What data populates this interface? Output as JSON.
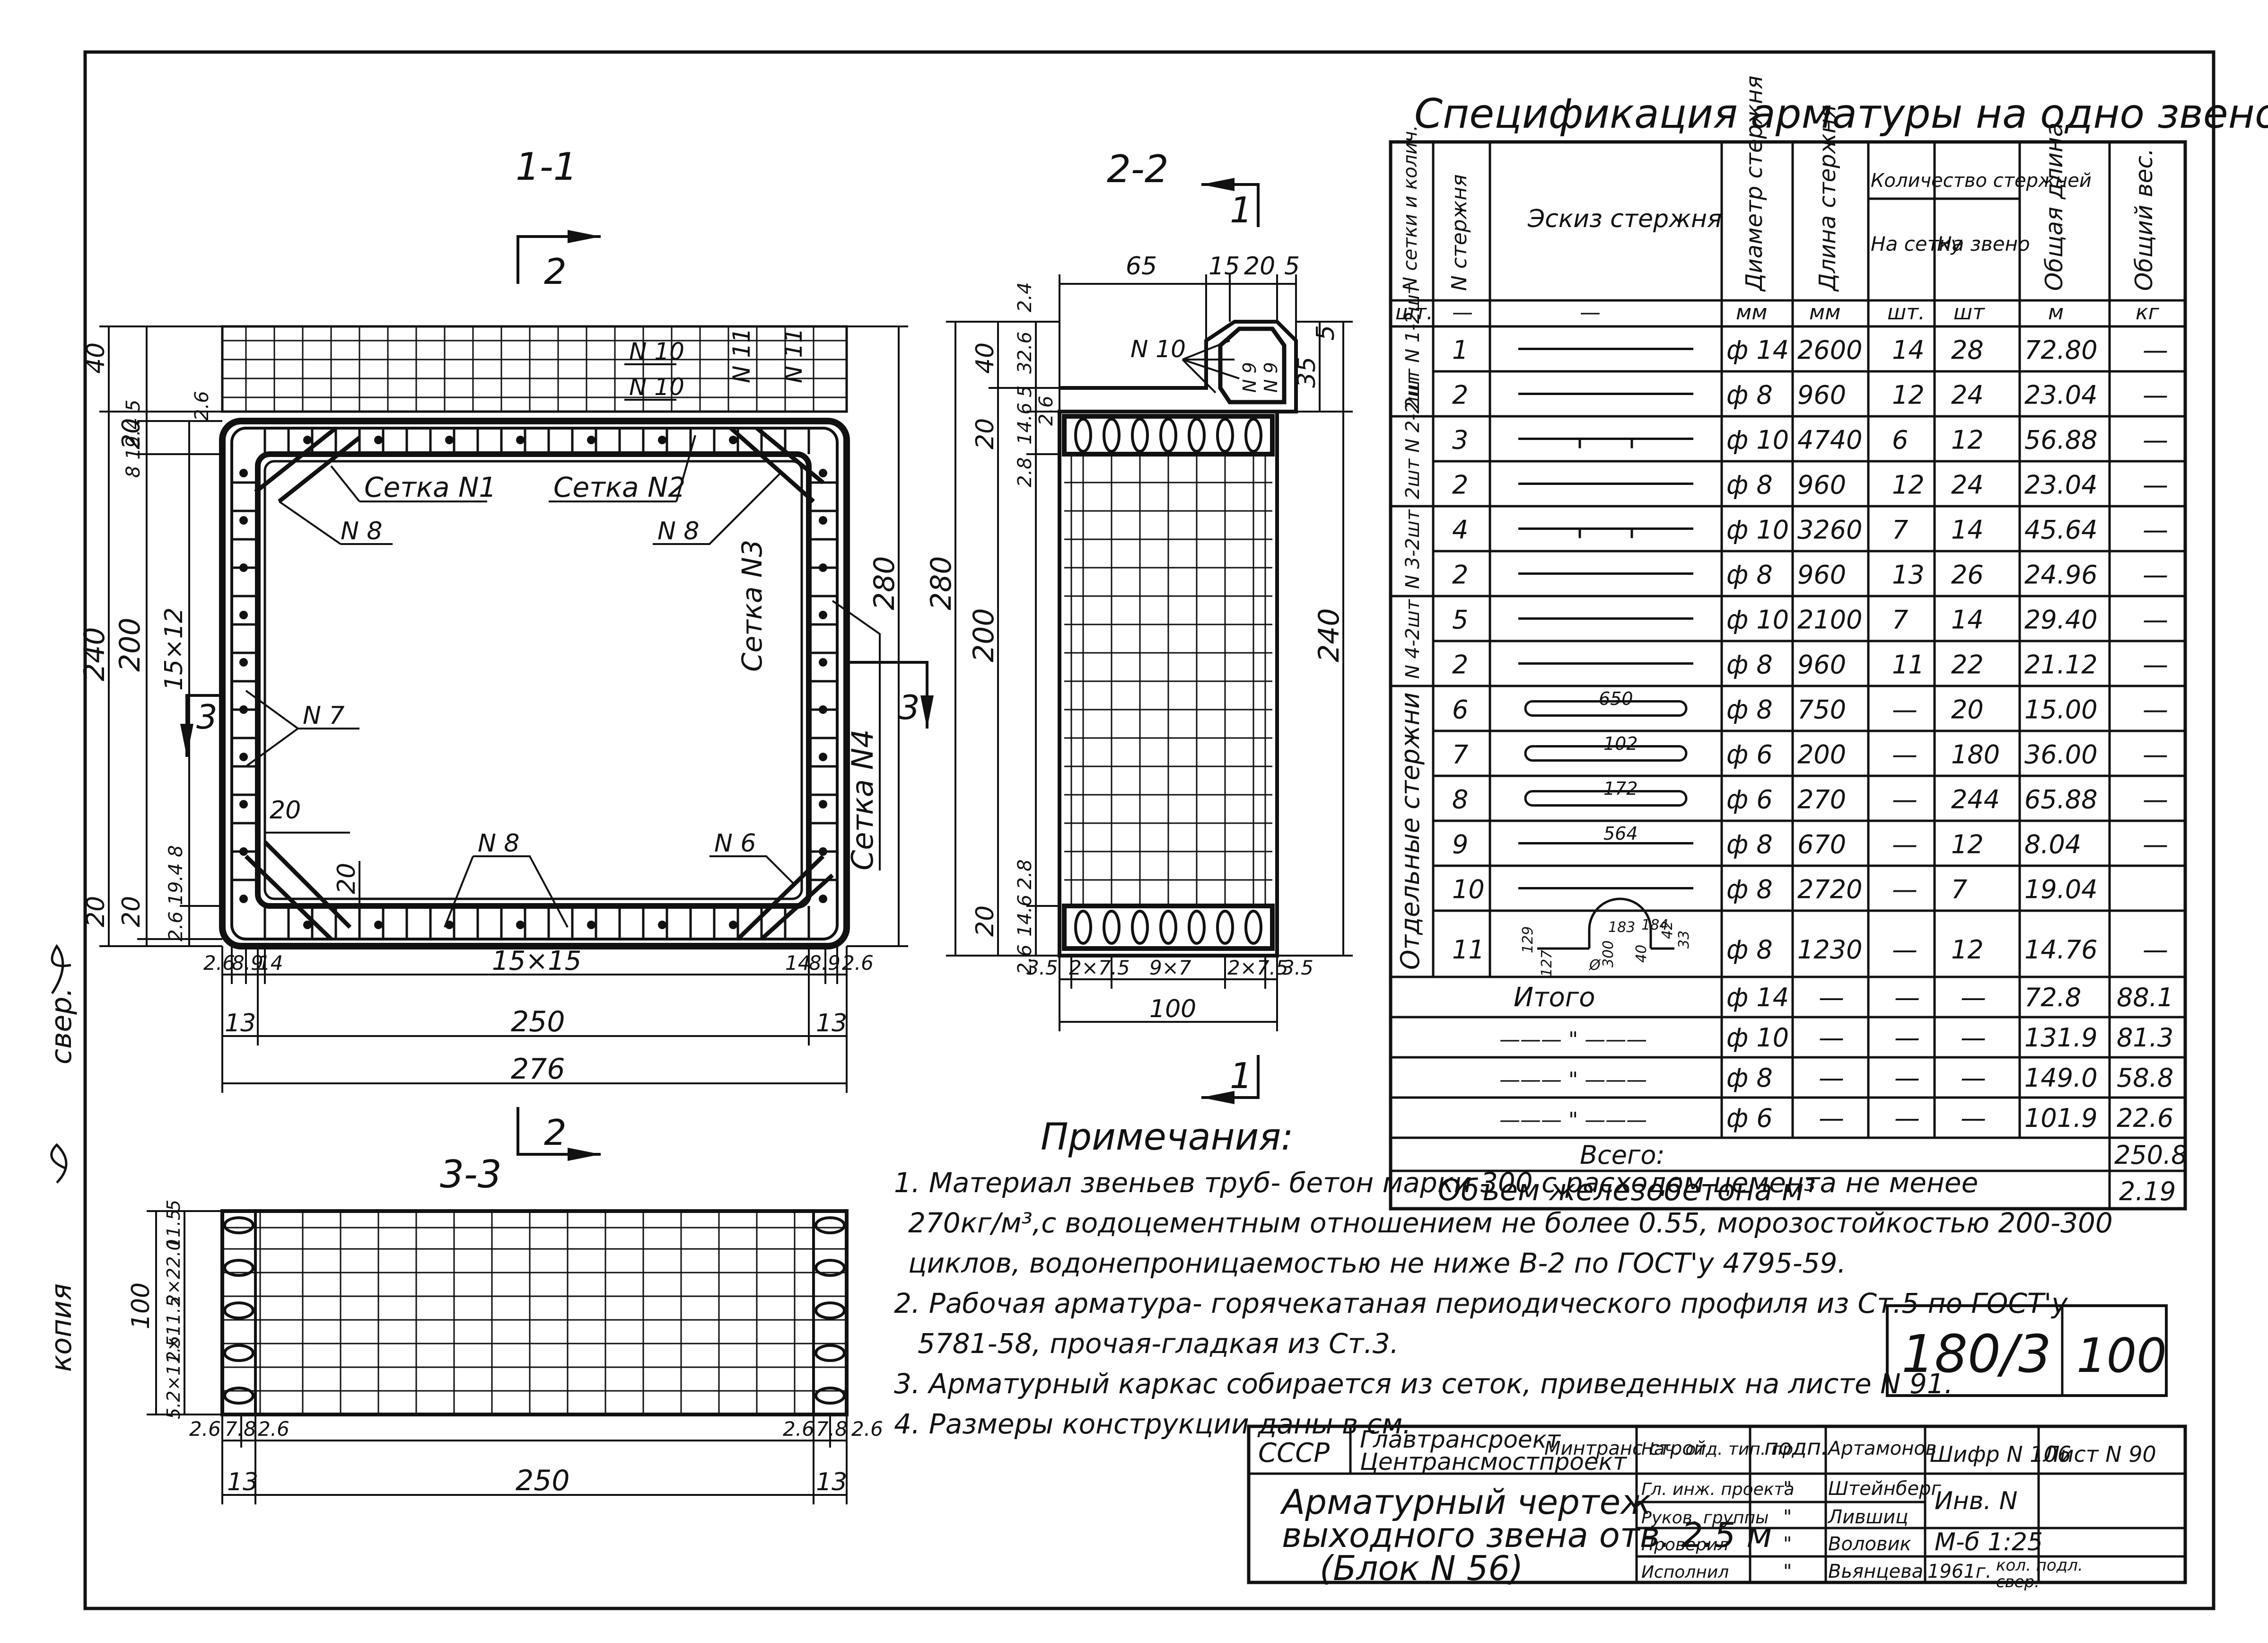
{
  "section_labels": {
    "s11": "1-1",
    "s22": "2-2",
    "s33": "3-3"
  },
  "cut_markers": {
    "two": "2",
    "one": "1",
    "three": "3"
  },
  "view_11": {
    "labels": [
      "Сетка N1",
      "Сетка N2",
      "Сетка N3",
      "Сетка N4",
      "N 8",
      "N 8",
      "N 7",
      "N 8",
      "N 6",
      "N 10",
      "N 10",
      "N 11",
      "N 11"
    ],
    "dims_left": [
      "40",
      "20",
      "8 19.4 5",
      "2.6",
      "240",
      "200",
      "15×12",
      "20",
      "2.6 19.4 8",
      "20"
    ],
    "dims_right": [
      "280"
    ],
    "dims_inner": [
      "20",
      "20"
    ],
    "dims_bottom": [
      "2.6",
      "8.9",
      "14",
      "15×15",
      "14",
      "8.9",
      "2.6",
      "13",
      "250",
      "13",
      "276"
    ]
  },
  "view_22": {
    "labels": [
      "N 10",
      "N 9",
      "N 9"
    ],
    "dims_top": [
      "65",
      "15",
      "20",
      "5"
    ],
    "dims_left": [
      "2.4",
      "40",
      "32.6",
      "5",
      "20",
      "14.6",
      "2.6",
      "2.8",
      "200",
      "2.8",
      "20",
      "14.6",
      "2.6"
    ],
    "dims_right": [
      "35",
      "5",
      "280",
      "240"
    ],
    "dims_bottom": [
      "3.5",
      "2×7.5",
      "9×7",
      "2×7.5",
      "3.5",
      "100"
    ]
  },
  "view_33": {
    "dims_left": [
      "5",
      "11.5",
      "2×22.0",
      "2×11.5",
      "100",
      "5.2×11.5"
    ],
    "dims_bottom": [
      "2.6",
      "7.8",
      "2.6",
      "2.6",
      "7.8",
      "2.6",
      "13",
      "250",
      "13"
    ]
  },
  "spec": {
    "title": "Спецификация арматуры на одно звено",
    "headers": {
      "mesh": "N сетки и колич.",
      "bar": "N стержня",
      "sketch": "Эскиз стержня",
      "diam": "Диаметр стержня",
      "len": "Длина стержня",
      "qty": "Количество стержней",
      "per_mesh": "На сетку",
      "per_link": "На звено",
      "total_len": "Общая длина",
      "total_wt": "Общий вес."
    },
    "units": [
      "шт.",
      "—",
      "—",
      "мм",
      "мм",
      "шт.",
      "шт",
      "м",
      "кг"
    ],
    "groups": [
      "2шт N 1-2шт",
      "2шт N 2-2шт",
      "N 3-2шт",
      "N 4-2шт",
      "Отдельные стержни"
    ],
    "rows": [
      {
        "bar": "1",
        "diam": "ф 14",
        "len": "2600",
        "pm": "14",
        "pz": "28",
        "tl": "72.80",
        "tw": "—"
      },
      {
        "bar": "2",
        "diam": "ф 8",
        "len": "960",
        "pm": "12",
        "pz": "24",
        "tl": "23.04",
        "tw": "—"
      },
      {
        "bar": "3",
        "diam": "ф 10",
        "len": "4740",
        "pm": "6",
        "pz": "12",
        "tl": "56.88",
        "tw": "—"
      },
      {
        "bar": "2",
        "diam": "ф 8",
        "len": "960",
        "pm": "12",
        "pz": "24",
        "tl": "23.04",
        "tw": "—"
      },
      {
        "bar": "4",
        "diam": "ф 10",
        "len": "3260",
        "pm": "7",
        "pz": "14",
        "tl": "45.64",
        "tw": "—"
      },
      {
        "bar": "2",
        "diam": "ф 8",
        "len": "960",
        "pm": "13",
        "pz": "26",
        "tl": "24.96",
        "tw": "—"
      },
      {
        "bar": "5",
        "diam": "ф 10",
        "len": "2100",
        "pm": "7",
        "pz": "14",
        "tl": "29.40",
        "tw": "—"
      },
      {
        "bar": "2",
        "diam": "ф 8",
        "len": "960",
        "pm": "11",
        "pz": "22",
        "tl": "21.12",
        "tw": "—"
      },
      {
        "bar": "6",
        "diam": "ф 8",
        "len": "750",
        "pm": "—",
        "pz": "20",
        "tl": "15.00",
        "tw": "—"
      },
      {
        "bar": "7",
        "diam": "ф 6",
        "len": "200",
        "pm": "—",
        "pz": "180",
        "tl": "36.00",
        "tw": "—"
      },
      {
        "bar": "8",
        "diam": "ф 6",
        "len": "270",
        "pm": "—",
        "pz": "244",
        "tl": "65.88",
        "tw": "—"
      },
      {
        "bar": "9",
        "diam": "ф 8",
        "len": "670",
        "pm": "—",
        "pz": "12",
        "tl": "8.04",
        "tw": "—"
      },
      {
        "bar": "10",
        "diam": "ф 8",
        "len": "2720",
        "pm": "—",
        "pz": "7",
        "tl": "19.04",
        "tw": ""
      },
      {
        "bar": "11",
        "diam": "ф 8",
        "len": "1230",
        "pm": "—",
        "pz": "12",
        "tl": "14.76",
        "tw": "—"
      }
    ],
    "sketch_dims": {
      "r6": "650",
      "r7": "102",
      "r8": "172",
      "r9": "564",
      "r11": [
        "129",
        "183",
        "184",
        "42",
        "33",
        "127",
        "300",
        "40",
        "Ø"
      ]
    },
    "totals_label": "Итого",
    "ditto": "——— \" ———",
    "totals": [
      {
        "diam": "ф 14",
        "tl": "72.8",
        "tw": "88.1"
      },
      {
        "diam": "ф 10",
        "tl": "131.9",
        "tw": "81.3"
      },
      {
        "diam": "ф 8",
        "tl": "149.0",
        "tw": "58.8"
      },
      {
        "diam": "ф 6",
        "tl": "101.9",
        "tw": "22.6"
      }
    ],
    "dash": "—",
    "grand_label": "Всего:",
    "grand_value": "250.8",
    "volume_label": "Объем железобетона м³",
    "volume_value": "2.19"
  },
  "notes": {
    "title": "Примечания:",
    "lines": [
      "1. Материал звеньев труб- бетон марки 300 с расходом цемента не менее",
      "270кг/м³,с водоцементным отношением не более 0.55, морозостойкостью 200-300",
      "циклов, водонепроницаемостью не ниже В-2 по ГОСТ'у 4795-59.",
      "2. Рабочая арматура- горячекатаная периодического профиля из Ст.5 по ГОСТ'у",
      "5781-58, прочая-гладкая из Ст.3.",
      "3. Арматурный каркас собирается из сеток, приведенных на листе N 91.",
      "4. Размеры конструкции даны в см."
    ]
  },
  "sheet_box": {
    "code": "180/3",
    "num": "100"
  },
  "stamp": {
    "ussr": "СССР",
    "org1": "Главтрансроект",
    "org2": "Центрансмостпроект",
    "ministry": "Минтранс строй",
    "title_lines": [
      "Арматурный чертеж",
      "выходного звена отв. 2.5 м",
      "(Блок N 56)"
    ],
    "roles": [
      "Нач. отд. тип. пр.",
      "Гл. инж. проекта",
      "Руков. группы",
      "Проверил",
      "Исполнил"
    ],
    "podp": "подп.",
    "ditto": "\"",
    "names": [
      "Артамонов",
      "Штейнберг",
      "Лившиц",
      "Воловик",
      "Вьянцева"
    ],
    "shifr_label": "Шифр N 106",
    "list_label": "Лист N 90",
    "inv": "Инв. N",
    "scale": "М-б 1:25",
    "year": "1961г.",
    "kol": "кол. подл.",
    "sver": "свер."
  },
  "margin_text": {
    "kopia": "копия",
    "sver": "свер."
  }
}
